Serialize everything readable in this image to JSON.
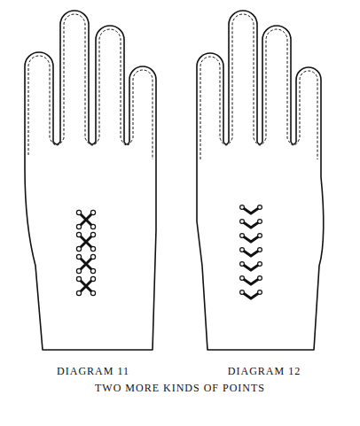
{
  "diagram": {
    "caption": "TWO MORE KINDS OF POINTS",
    "labels": [
      "DIAGRAM 11",
      "DIAGRAM 12"
    ]
  }
}
